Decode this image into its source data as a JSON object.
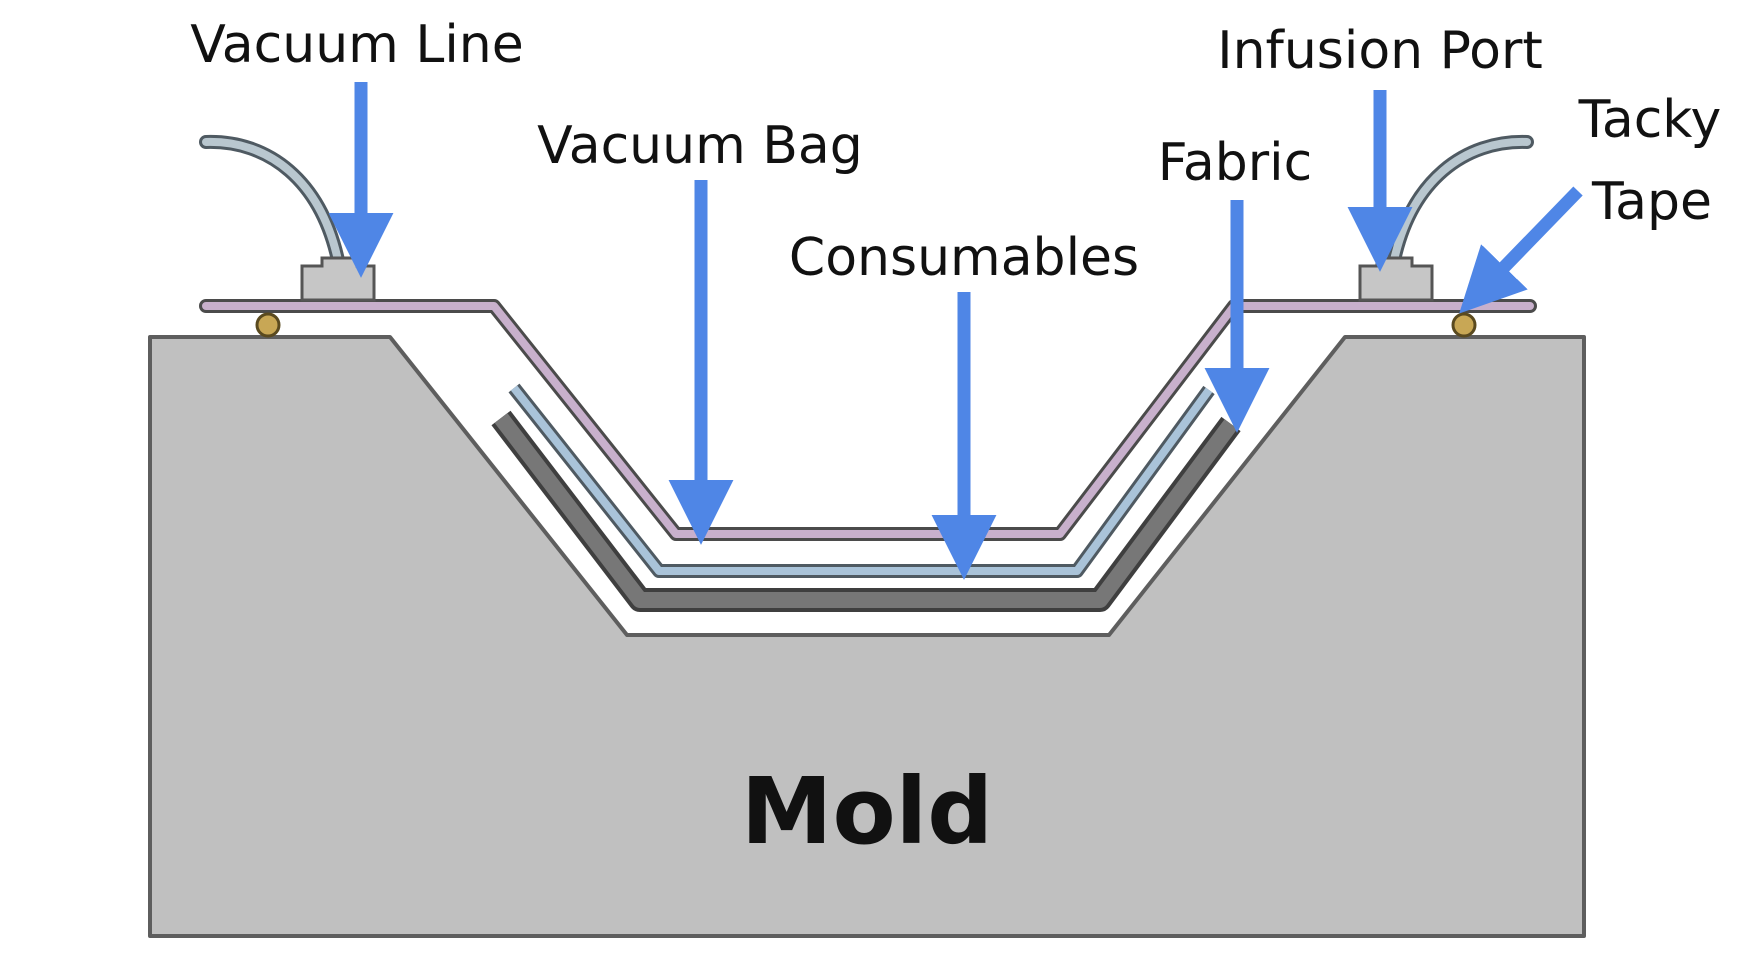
{
  "labels": {
    "vacuum_line": "Vacuum Line",
    "vacuum_bag": "Vacuum Bag",
    "consumables": "Consumables",
    "fabric": "Fabric",
    "infusion_port": "Infusion Port",
    "tacky_tape_line1": "Tacky",
    "tacky_tape_line2": "Tape",
    "mold": "Mold"
  },
  "colors": {
    "mold_fill": "#c0c0c0",
    "mold_stroke": "#5e5e5e",
    "vacuum_bag": "#c8b0cc",
    "consumables": "#a9c3d9",
    "fabric": "#777777",
    "tube": "#b9c7cf",
    "port_block": "#c6c6c6",
    "tacky_tape": "#c8a755",
    "arrow": "#4f86e6"
  }
}
